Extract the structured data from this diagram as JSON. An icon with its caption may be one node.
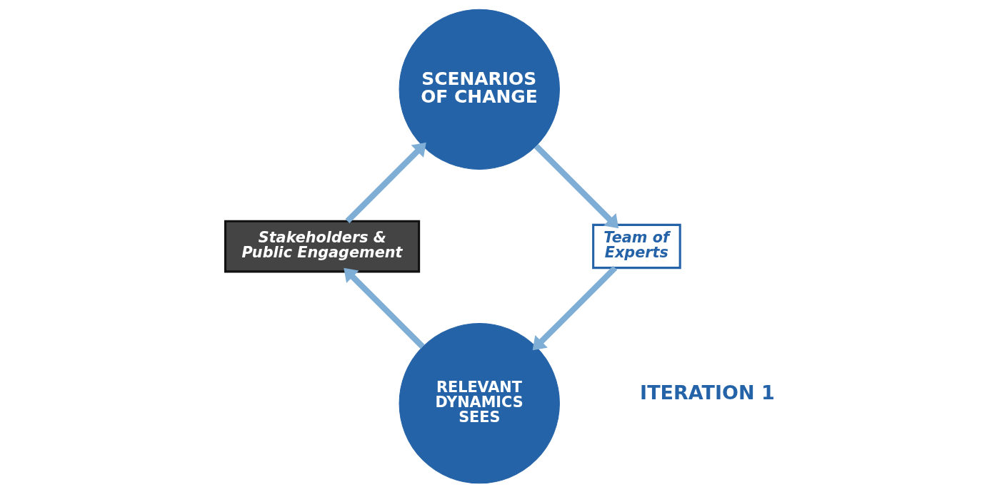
{
  "diagram": {
    "nodes": [
      {
        "text": [
          "RELEVANT DYNAMICS",
          "SEES"
        ]
      },
      {
        "text": [
          "Team of Experts"
        ]
      },
      {
        "text": [
          "SCENARIOS",
          "OF CHANGE"
        ]
      },
      {
        "text": [
          "Stakeholders & Public Engagement"
        ]
      }
    ],
    "edges": [
      {
        "from": 2,
        "to": 1,
        "arrow": "to"
      },
      {
        "from": 1,
        "to": 0,
        "arrow": "to"
      },
      {
        "from": 0,
        "to": 3,
        "arrow": "to"
      },
      {
        "from": 3,
        "to": 2,
        "arrow": "to"
      }
    ],
    "labels": [
      "ITERATION 1"
    ]
  }
}
